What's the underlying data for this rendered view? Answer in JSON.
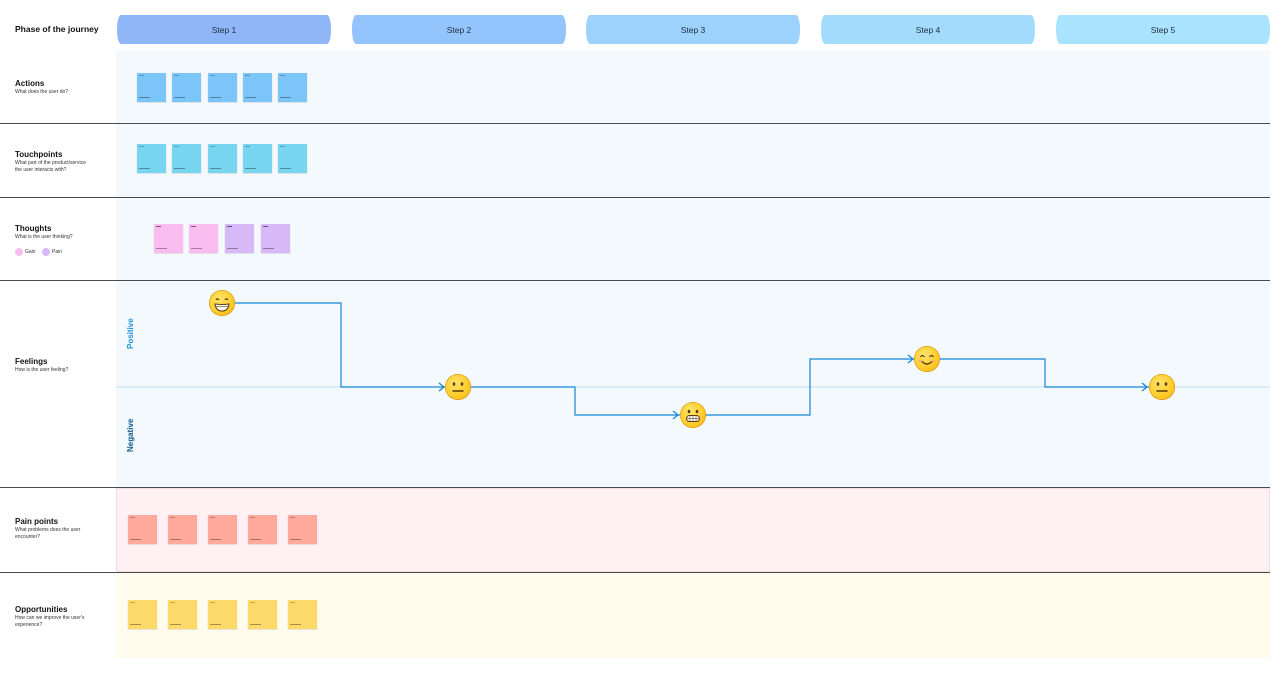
{
  "header": {
    "phase_label": "Phase of the journey",
    "steps": [
      "Step 1",
      "Step 2",
      "Step 3",
      "Step 4",
      "Step 5"
    ],
    "step_colors": [
      "#8fb7f8",
      "#93c4fb",
      "#9dd2fd",
      "#a3dbfd",
      "#a9e3fe"
    ]
  },
  "rows": {
    "actions": {
      "title": "Actions",
      "subtitle": "What does the user do?",
      "note_color": "#7cc5f9"
    },
    "touchpoints": {
      "title": "Touchpoints",
      "subtitle": "What part of the product/service the user interacts with?",
      "note_color": "#77d5ef"
    },
    "thoughts": {
      "title": "Thoughts",
      "subtitle": "What is the user thinking?",
      "legend": [
        {
          "label": "Gain",
          "color": "#fbbdf0"
        },
        {
          "label": "Pain",
          "color": "#d8b9f8"
        }
      ]
    },
    "feelings": {
      "title": "Feelings",
      "subtitle": "How is the user feeling?",
      "positive": "Positive",
      "negative": "Negative"
    },
    "pain_points": {
      "title": "Pain points",
      "subtitle": "What problems does the user encounter?",
      "note_color": "#fea99c"
    },
    "opportunities": {
      "title": "Opportunities",
      "subtitle": "How can we improve the user's experience?",
      "note_color": "#fdd96a"
    }
  },
  "colors": {
    "band_blue": "#f4f9fd",
    "band_pink": "#fff1f3",
    "band_yellow": "#fffcee",
    "line": "#1486d6",
    "positive_text": "#1f93d8",
    "negative_text": "#0f5a8f"
  }
}
